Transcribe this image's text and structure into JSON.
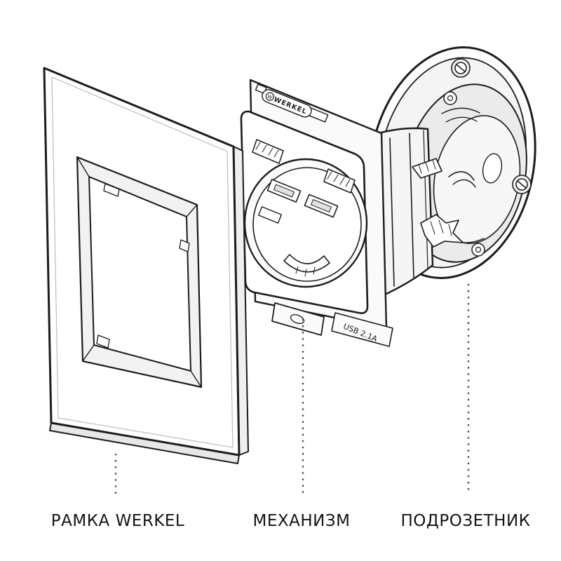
{
  "diagram": {
    "type": "exploded-assembly-diagram",
    "subject": "wall socket with USB assembly",
    "background": "#ffffff",
    "line_color": "#1c1c1c",
    "parts": [
      {
        "id": "frame",
        "label": "РАМКА WERKEL"
      },
      {
        "id": "mechanism",
        "label": "МЕХАНИЗМ"
      },
      {
        "id": "mounting-box",
        "label": "ПОДРОЗЕТНИК"
      }
    ]
  },
  "labels": {
    "frame": "РАМКА WERKEL",
    "mechanism": "МЕХАНИЗМ",
    "box": "ПОДРОЗЕТНИК"
  },
  "annotations": {
    "brand": "WERKEL",
    "brand_initial": "W",
    "usb_rating": "USB 2.1A"
  }
}
